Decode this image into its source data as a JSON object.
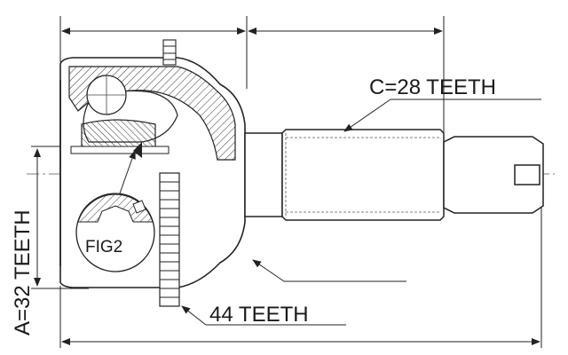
{
  "labels": {
    "spline_c": "C=28 TEETH",
    "spline_a": "A=32 TEETH",
    "abs_ring": "44 TEETH",
    "figure_ref": "FIG2"
  }
}
